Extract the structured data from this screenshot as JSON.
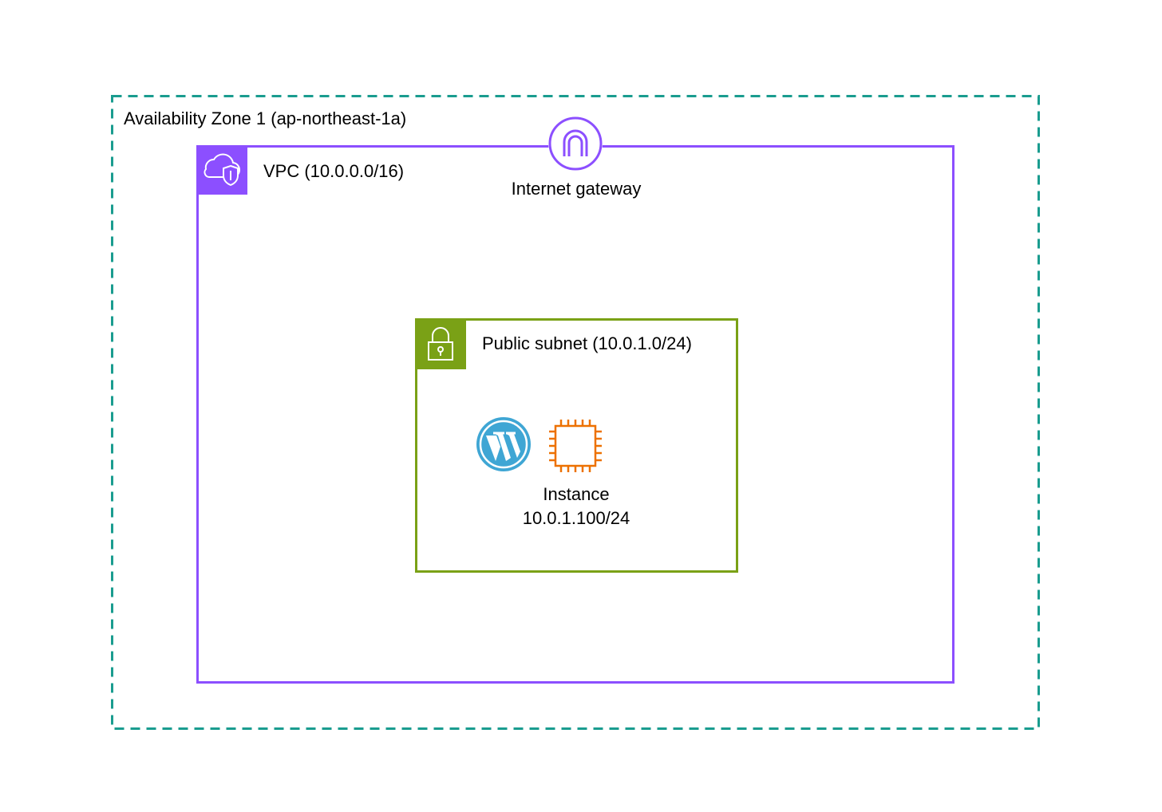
{
  "availability_zone": {
    "label": "Availability Zone 1 (ap-northeast-1a)",
    "border_color": "#1a9c8f"
  },
  "vpc": {
    "label": "VPC (10.0.0.0/16)",
    "color": "#8c4fff",
    "icon": "vpc-cloud-shield-icon"
  },
  "internet_gateway": {
    "label": "Internet gateway",
    "color": "#8c4fff",
    "icon": "internet-gateway-icon"
  },
  "public_subnet": {
    "label": "Public subnet (10.0.1.0/24)",
    "color": "#7aa116",
    "icon": "padlock-icon"
  },
  "instance": {
    "name": "Instance",
    "ip": "10.0.1.100/24",
    "chip_color": "#ed7100",
    "icon": "ec2-chip-icon"
  },
  "wordpress": {
    "icon": "wordpress-icon",
    "color": "#3fa6d4"
  }
}
